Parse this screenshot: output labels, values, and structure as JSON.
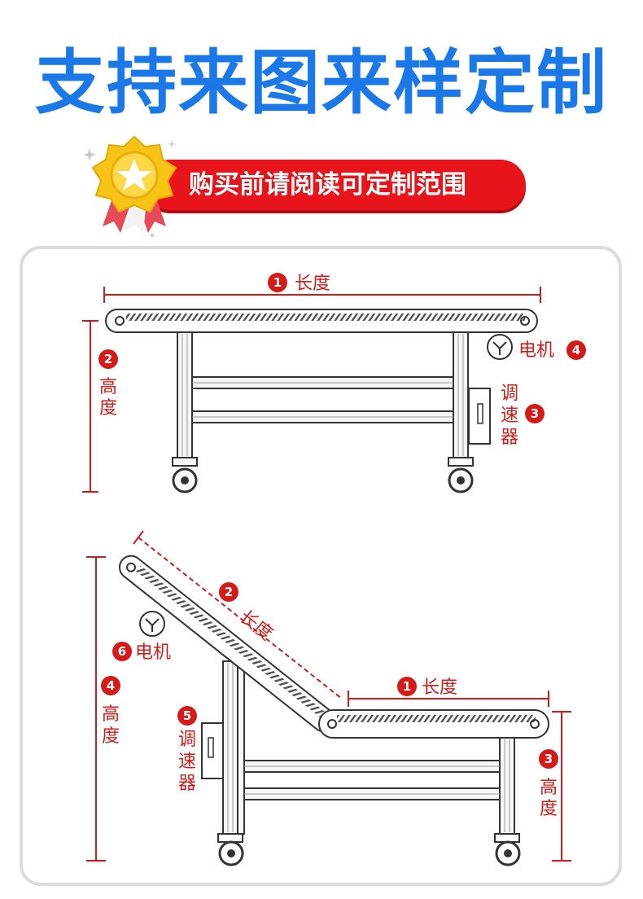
{
  "headline": "支持来图来样定制",
  "banner": {
    "text": "购买前请阅读可定制范围"
  },
  "colors": {
    "headline_blue": "#1a78e8",
    "banner_red": "#e8141b",
    "annotation_red": "#d61a1a"
  },
  "icons": {
    "medal": "medal-star-icon",
    "motor": "motor-icon",
    "speed_controller": "speed-controller-box"
  },
  "diagram_flat": {
    "length": {
      "num": "1",
      "text": "长度"
    },
    "height": {
      "num": "2",
      "text_top": "高",
      "text_bottom": "度"
    },
    "speed": {
      "num": "3",
      "chars": [
        "调",
        "速",
        "器"
      ]
    },
    "motor": {
      "num": "4",
      "text": "电机"
    }
  },
  "diagram_incline": {
    "flat_length": {
      "num": "1",
      "text": "长度"
    },
    "incline_length": {
      "num": "2",
      "text": "长度"
    },
    "right_height": {
      "num": "3",
      "text_top": "高",
      "text_bottom": "度"
    },
    "left_height": {
      "num": "4",
      "text_top": "高",
      "text_bottom": "度"
    },
    "speed": {
      "num": "5",
      "chars": [
        "调",
        "速",
        "器"
      ]
    },
    "motor": {
      "num": "6",
      "text": "电机"
    }
  }
}
